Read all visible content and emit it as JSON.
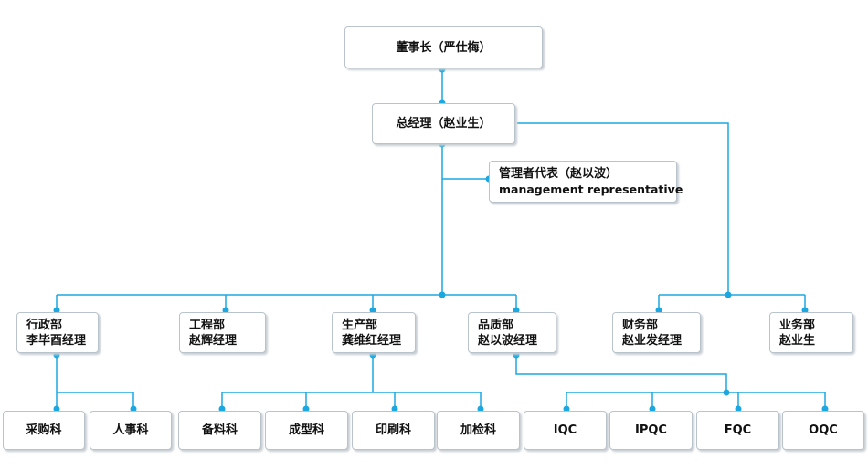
{
  "chairman": {
    "label": "董事长（严仕梅）"
  },
  "general_manager": {
    "label": "总经理（赵业生）"
  },
  "management_rep": {
    "line1": "管理者代表（赵以波）",
    "line2": "management representative"
  },
  "departments": {
    "admin": {
      "line1": "行政部",
      "line2": "李毕酉经理"
    },
    "engineering": {
      "line1": "工程部",
      "line2": "赵辉经理"
    },
    "production": {
      "line1": "生产部",
      "line2": "龚维红经理"
    },
    "quality": {
      "line1": "品质部",
      "line2": "赵以波经理"
    },
    "finance": {
      "line1": "财务部",
      "line2": "赵业发经理"
    },
    "business": {
      "line1": "业务部",
      "line2": "赵业生"
    }
  },
  "sections": {
    "purchasing": "采购科",
    "hr": "人事科",
    "materials": "备料科",
    "molding": "成型科",
    "printing": "印刷科",
    "inspection": "加检科",
    "iqc": "IQC",
    "ipqc": "IPQC",
    "fqc": "FQC",
    "oqc": "OQC"
  },
  "colors": {
    "connector": "#1ba8e0",
    "border": "#b9c3cb"
  }
}
